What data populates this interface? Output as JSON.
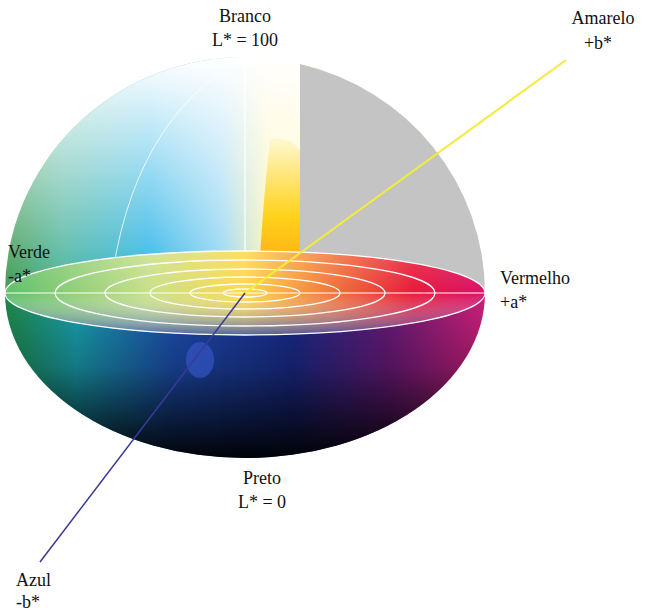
{
  "diagram": {
    "labels": [
      "Branco",
      "L* = 100",
      "Amarelo",
      "+b*",
      "Verde",
      "-a*",
      "Vermelho",
      "+a*",
      "Preto",
      "L* = 0",
      "Azul",
      "-b*"
    ]
  }
}
